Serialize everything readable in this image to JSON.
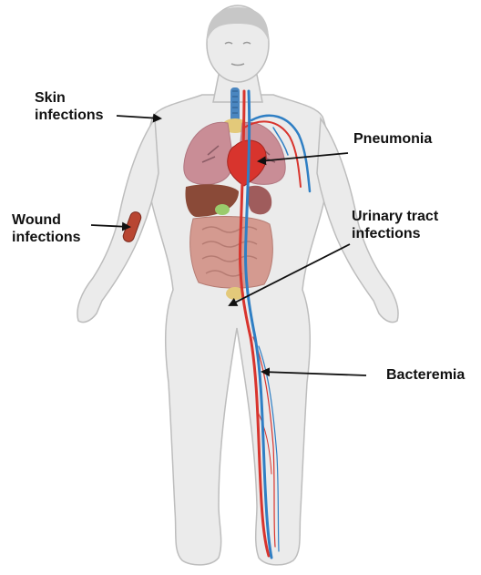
{
  "labels": {
    "skin": [
      "Skin",
      "infections"
    ],
    "wound": [
      "Wound",
      "infections"
    ],
    "pneumonia": [
      "Pneumonia"
    ],
    "urinary": [
      "Urinary tract",
      "infections"
    ],
    "bacteremia": [
      "Bacteremia"
    ]
  },
  "colors": {
    "body_fill": "#ebebeb",
    "body_outline": "#bdbdbd",
    "head_fill": "#c7c7c7",
    "lungs": "#c98d96",
    "heart": "#d8342d",
    "artery": "#d8342d",
    "vein": "#2f7fc4",
    "liver": "#8a4a38",
    "stomach": "#9f5c5c",
    "intestines": "#d49a90",
    "trachea": "#4a86c0",
    "thyroid": "#e3c97a",
    "wound": "#b84632",
    "arrow": "#111111"
  }
}
